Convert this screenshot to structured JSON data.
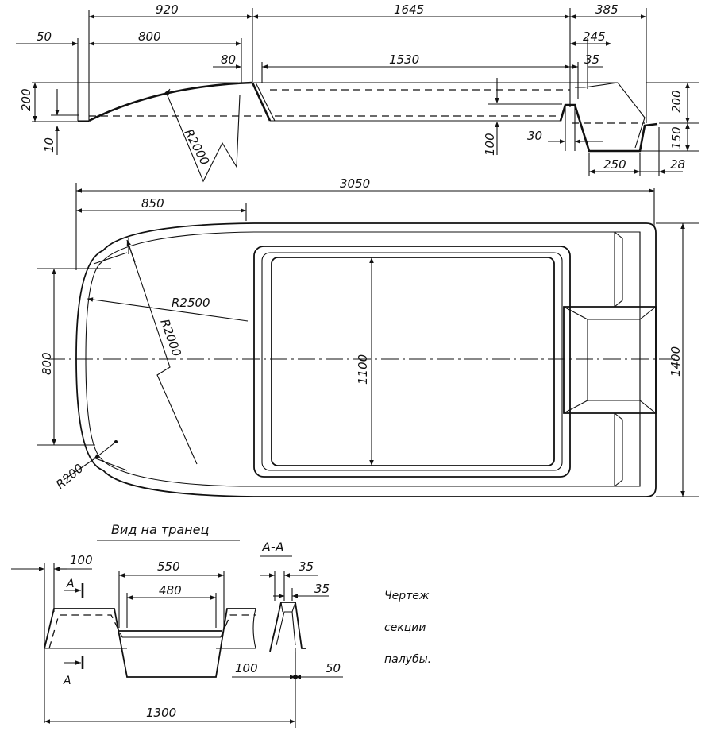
{
  "side_view": {
    "dims": {
      "d920": "920",
      "d1645": "1645",
      "d385": "385",
      "d50": "50",
      "d800": "800",
      "d245": "245",
      "d80": "80",
      "d1530": "1530",
      "d35": "35",
      "d200_left": "200",
      "d10": "10",
      "r2000": "R2000",
      "d200_right": "200",
      "d150": "150",
      "d100": "100",
      "d30": "30",
      "d250": "250",
      "d28": "28"
    }
  },
  "plan_view": {
    "dims": {
      "d3050": "3050",
      "d850": "850",
      "r2500": "R2500",
      "r2000": "R2000",
      "d800": "800",
      "d1100": "1100",
      "d1400": "1400",
      "r200": "R200"
    }
  },
  "transom_view": {
    "title": "Вид на транец",
    "dims": {
      "d100": "100",
      "d550": "550",
      "d480": "480",
      "d1300": "1300"
    },
    "section_mark_top": "A",
    "section_mark_bottom": "A"
  },
  "section_aa": {
    "title": "A-A",
    "dims": {
      "d35_a": "35",
      "d35_b": "35",
      "d100": "100",
      "d50": "50"
    }
  },
  "caption": {
    "line1": "Чертеж",
    "line2": "секции",
    "line3": "палубы."
  }
}
